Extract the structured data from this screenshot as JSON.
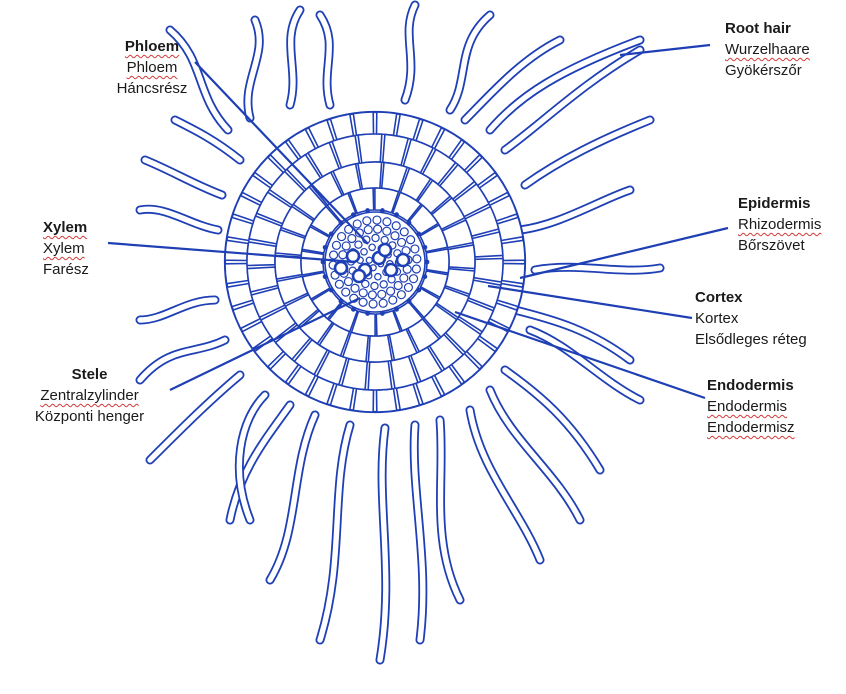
{
  "diagram": {
    "line_color": "#1f3fb5",
    "labels": {
      "phloem": {
        "en": "Phloem",
        "de": "Phloem",
        "hu": "Háncsrész"
      },
      "xylem": {
        "en": "Xylem",
        "de": "Xylem",
        "hu": "Farész"
      },
      "stele": {
        "en": "Stele",
        "de": "Zentralzylinder",
        "hu": "Központi henger"
      },
      "root_hair": {
        "en": "Root hair",
        "de": "Wurzelhaare",
        "hu": "Gyökérszőr"
      },
      "epidermis": {
        "en": "Epidermis",
        "de": "Rhizodermis",
        "hu": "Bőrszövet"
      },
      "cortex": {
        "en": "Cortex",
        "de": "Kortex",
        "hu": "Elsődleges réteg"
      },
      "endodermis": {
        "en": "Endodermis",
        "de": "Endodermis",
        "hu": "Endodermisz"
      }
    }
  }
}
